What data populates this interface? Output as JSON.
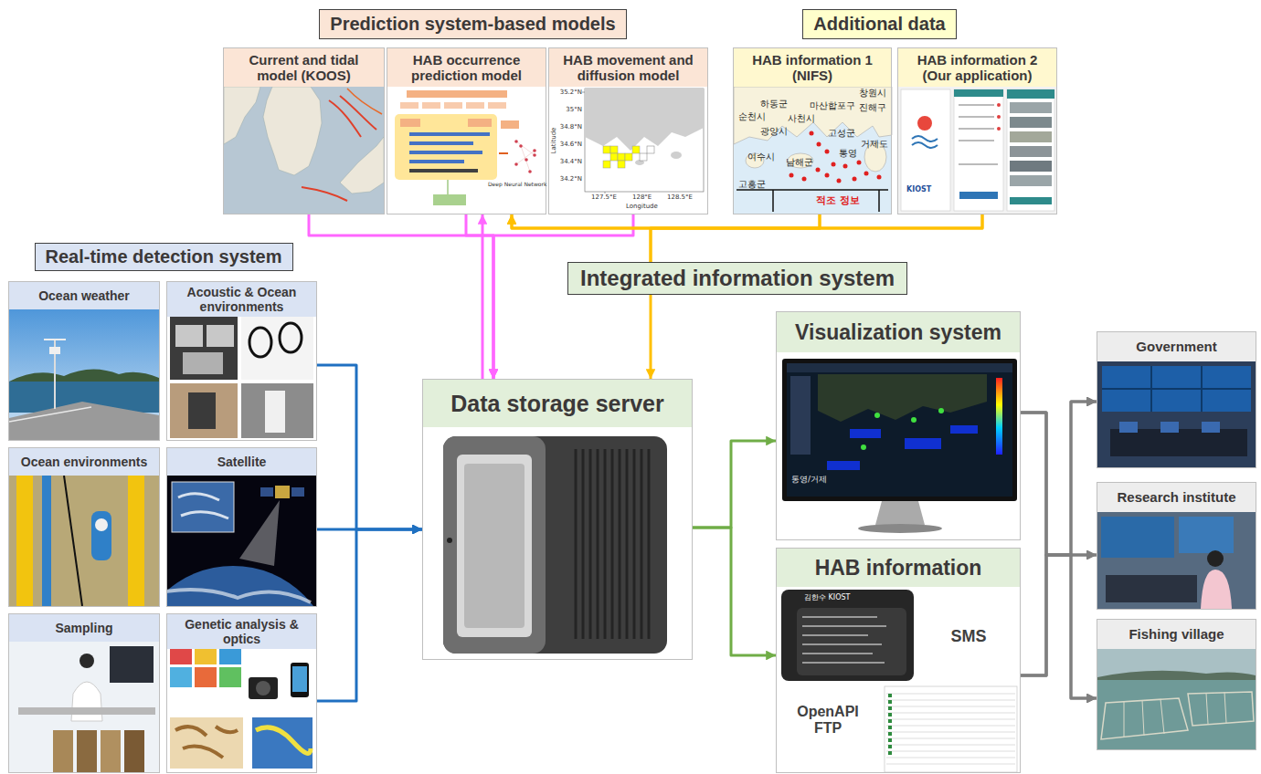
{
  "diagram": {
    "nodes": [
      {
        "text": [
          "Prediction system-based models"
        ]
      },
      {
        "text": [
          "Current and tidal model (KOOS)"
        ]
      },
      {
        "text": [
          "HAB occurrence prediction model"
        ]
      },
      {
        "text": [
          "HAB movement and diffusion model"
        ]
      },
      {
        "text": [
          "Additional data"
        ]
      },
      {
        "text": [
          "HAB information 1 (NIFS)"
        ]
      },
      {
        "text": [
          "HAB information 2 (Our application)"
        ]
      },
      {
        "text": [
          "Real-time detection system"
        ]
      },
      {
        "text": [
          "Ocean weather"
        ]
      },
      {
        "text": [
          "Acoustic & Ocean environments"
        ]
      },
      {
        "text": [
          "Ocean environments"
        ]
      },
      {
        "text": [
          "Satellite"
        ]
      },
      {
        "text": [
          "Sampling"
        ]
      },
      {
        "text": [
          "Genetic analysis & optics"
        ]
      },
      {
        "text": [
          "Integrated information system"
        ]
      },
      {
        "text": [
          "Data storage server"
        ]
      },
      {
        "text": [
          "Visualization system"
        ]
      },
      {
        "text": [
          "HAB information",
          "SMS",
          "OpenAPI FTP"
        ]
      },
      {
        "text": [
          "Government"
        ]
      },
      {
        "text": [
          "Research institute"
        ]
      },
      {
        "text": [
          "Fishing village"
        ]
      }
    ],
    "edges": [
      {
        "from": 9,
        "to": 15,
        "arrow": "to"
      },
      {
        "from": 11,
        "to": 15,
        "arrow": "to"
      },
      {
        "from": 13,
        "to": 15,
        "arrow": "to"
      },
      {
        "from": 1,
        "to": 15,
        "arrow": "to"
      },
      {
        "from": 2,
        "to": 15,
        "arrow": "to"
      },
      {
        "from": 3,
        "to": 15,
        "arrow": "to"
      },
      {
        "from": 15,
        "to": 2,
        "arrow": "to"
      },
      {
        "from": 5,
        "to": 2,
        "arrow": "to"
      },
      {
        "from": 6,
        "to": 2,
        "arrow": "to"
      },
      {
        "from": 5,
        "to": 14,
        "arrow": "none"
      },
      {
        "from": 6,
        "to": 14,
        "arrow": "none"
      },
      {
        "from": 14,
        "to": 15,
        "arrow": "to"
      },
      {
        "from": 15,
        "to": 16,
        "arrow": "to"
      },
      {
        "from": 15,
        "to": 17,
        "arrow": "to"
      },
      {
        "from": 16,
        "to": 18,
        "arrow": "to"
      },
      {
        "from": 16,
        "to": 19,
        "arrow": "to"
      },
      {
        "from": 16,
        "to": 20,
        "arrow": "to"
      },
      {
        "from": 17,
        "to": 18,
        "arrow": "to"
      },
      {
        "from": 17,
        "to": 19,
        "arrow": "to"
      },
      {
        "from": 17,
        "to": 20,
        "arrow": "to"
      }
    ],
    "labels": [
      "하동군",
      "창원시",
      "마산합포구",
      "진해구",
      "순천시",
      "사천시",
      "광양시",
      "고성군",
      "거제도",
      "통영",
      "여수시",
      "남해군",
      "고흥군",
      "적조 정보",
      "Latitude",
      "Longitude",
      "35.2°N",
      "35°N",
      "34.8°N",
      "34.6°N",
      "34.4°N",
      "34.2°N",
      "127.5°E",
      "128°E",
      "128.5°E",
      "통영/거제",
      "김한수 KIOST",
      "KIOST",
      "Deep Neural Network"
    ]
  }
}
